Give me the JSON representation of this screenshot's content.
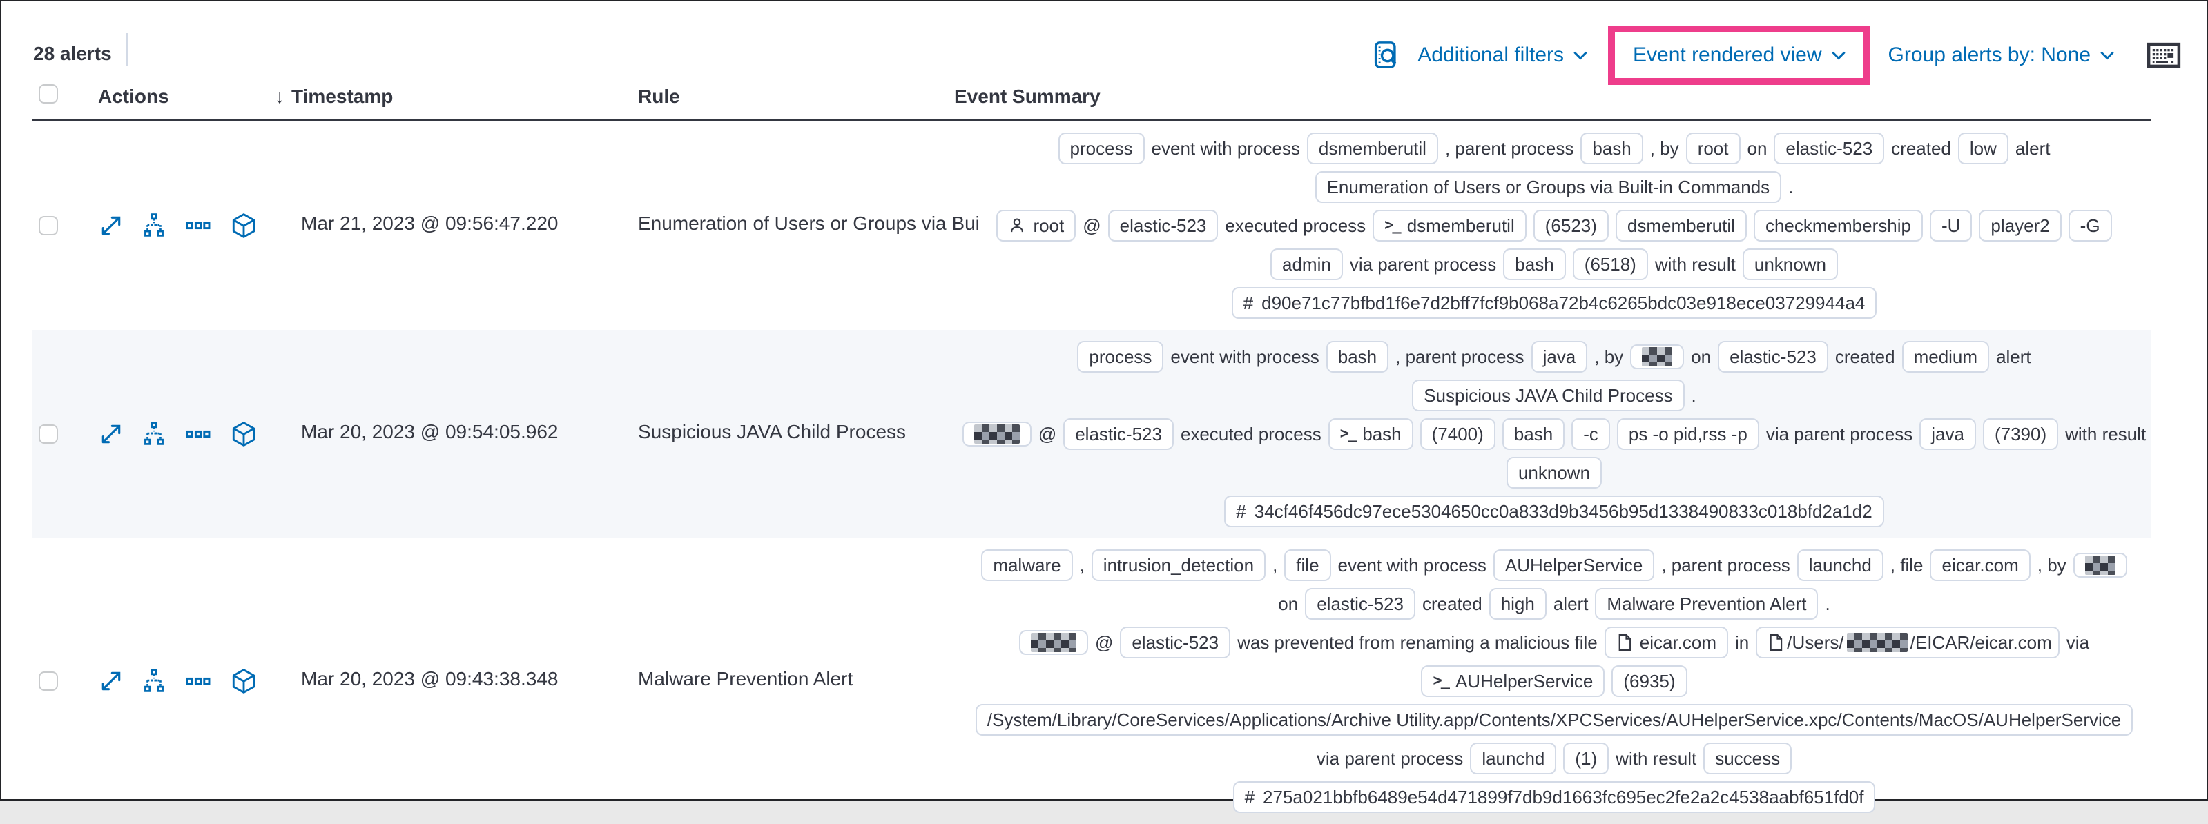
{
  "colors": {
    "accent_pink": "#EE3D8B",
    "link_blue": "#006BB4",
    "text": "#343741",
    "badge_border": "#D3DAE6",
    "row_stripe": "#F5F7FA"
  },
  "toolbar": {
    "alerts_count": "28 alerts",
    "additional_filters_label": "Additional filters",
    "view_selector_label": "Event rendered view",
    "group_by_label": "Group alerts by: None"
  },
  "table": {
    "columns": {
      "actions": "Actions",
      "timestamp": "Timestamp",
      "rule": "Rule",
      "summary": "Event Summary"
    },
    "action_icons": [
      "expand-alert",
      "analyze-event",
      "more-actions",
      "session-view"
    ],
    "rows": [
      {
        "timestamp": "Mar 21, 2023 @ 09:56:47.220",
        "rule": "Enumeration of Users or Groups via Bui",
        "lines": [
          [
            {
              "k": "b",
              "v": "process"
            },
            {
              "k": "t",
              "v": "event with process"
            },
            {
              "k": "b",
              "v": "dsmemberutil"
            },
            {
              "k": "t",
              "v": ", parent process"
            },
            {
              "k": "b",
              "v": "bash"
            },
            {
              "k": "t",
              "v": ", by"
            },
            {
              "k": "b",
              "v": "root"
            },
            {
              "k": "t",
              "v": "on"
            },
            {
              "k": "b",
              "v": "elastic-523"
            },
            {
              "k": "t",
              "v": "created"
            },
            {
              "k": "b",
              "v": "low"
            },
            {
              "k": "t",
              "v": "alert"
            }
          ],
          [
            {
              "k": "b",
              "v": "Enumeration of Users or Groups via Built-in Commands"
            },
            {
              "k": "t",
              "v": "."
            }
          ],
          [
            {
              "k": "b",
              "v": "root",
              "icon": "user"
            },
            {
              "k": "t",
              "v": "@"
            },
            {
              "k": "b",
              "v": "elastic-523"
            },
            {
              "k": "t",
              "v": "executed process"
            },
            {
              "k": "b",
              "v": "dsmemberutil",
              "icon": "terminal"
            },
            {
              "k": "b",
              "v": "(6523)"
            },
            {
              "k": "b",
              "v": "dsmemberutil"
            },
            {
              "k": "b",
              "v": "checkmembership"
            },
            {
              "k": "b",
              "v": "-U"
            },
            {
              "k": "b",
              "v": "player2"
            },
            {
              "k": "b",
              "v": "-G"
            }
          ],
          [
            {
              "k": "b",
              "v": "admin"
            },
            {
              "k": "t",
              "v": "via parent process"
            },
            {
              "k": "b",
              "v": "bash"
            },
            {
              "k": "b",
              "v": "(6518)"
            },
            {
              "k": "t",
              "v": "with result"
            },
            {
              "k": "b",
              "v": "unknown"
            }
          ],
          [
            {
              "k": "b",
              "v": "d90e71c77bfbd1f6e7d2bff7fcf9b068a72b4c6265bdc03e918ece03729944a4",
              "icon": "hash"
            }
          ]
        ]
      },
      {
        "timestamp": "Mar 20, 2023 @ 09:54:05.962",
        "rule": "Suspicious JAVA Child Process",
        "striped": true,
        "lines": [
          [
            {
              "k": "b",
              "v": "process"
            },
            {
              "k": "t",
              "v": "event with process"
            },
            {
              "k": "b",
              "v": "bash"
            },
            {
              "k": "t",
              "v": ", parent process"
            },
            {
              "k": "b",
              "v": "java"
            },
            {
              "k": "t",
              "v": ", by"
            },
            {
              "k": "b",
              "red": 2
            },
            {
              "k": "t",
              "v": "on"
            },
            {
              "k": "b",
              "v": "elastic-523"
            },
            {
              "k": "t",
              "v": "created"
            },
            {
              "k": "b",
              "v": "medium"
            },
            {
              "k": "t",
              "v": "alert"
            }
          ],
          [
            {
              "k": "b",
              "v": "Suspicious JAVA Child Process"
            },
            {
              "k": "t",
              "v": "."
            }
          ],
          [
            {
              "k": "b",
              "red": 3
            },
            {
              "k": "t",
              "v": "@"
            },
            {
              "k": "b",
              "v": "elastic-523"
            },
            {
              "k": "t",
              "v": "executed process"
            },
            {
              "k": "b",
              "v": "bash",
              "icon": "terminal"
            },
            {
              "k": "b",
              "v": "(7400)"
            },
            {
              "k": "b",
              "v": "bash"
            },
            {
              "k": "b",
              "v": "-c"
            },
            {
              "k": "b",
              "v": "ps -o pid,rss -p"
            },
            {
              "k": "t",
              "v": "via parent process"
            },
            {
              "k": "b",
              "v": "java"
            },
            {
              "k": "b",
              "v": "(7390)"
            },
            {
              "k": "t",
              "v": "with result"
            }
          ],
          [
            {
              "k": "b",
              "v": "unknown"
            }
          ],
          [
            {
              "k": "b",
              "v": "34cf46f456dc97ece5304650cc0a833d9b3456b95d1338490833c018bfd2a1d2",
              "icon": "hash"
            }
          ]
        ]
      },
      {
        "timestamp": "Mar 20, 2023 @ 09:43:38.348",
        "rule": "Malware Prevention Alert",
        "lines": [
          [
            {
              "k": "b",
              "v": "malware"
            },
            {
              "k": "t",
              "v": ","
            },
            {
              "k": "b",
              "v": "intrusion_detection"
            },
            {
              "k": "t",
              "v": ","
            },
            {
              "k": "b",
              "v": "file"
            },
            {
              "k": "t",
              "v": "event with process"
            },
            {
              "k": "b",
              "v": "AUHelperService"
            },
            {
              "k": "t",
              "v": ", parent process"
            },
            {
              "k": "b",
              "v": "launchd"
            },
            {
              "k": "t",
              "v": ", file"
            },
            {
              "k": "b",
              "v": "eicar.com"
            },
            {
              "k": "t",
              "v": ", by"
            },
            {
              "k": "b",
              "red": 2
            }
          ],
          [
            {
              "k": "t",
              "v": "on"
            },
            {
              "k": "b",
              "v": "elastic-523"
            },
            {
              "k": "t",
              "v": "created"
            },
            {
              "k": "b",
              "v": "high"
            },
            {
              "k": "t",
              "v": "alert"
            },
            {
              "k": "b",
              "v": "Malware Prevention Alert"
            },
            {
              "k": "t",
              "v": "."
            }
          ],
          [
            {
              "k": "b",
              "red": 3
            },
            {
              "k": "t",
              "v": "@"
            },
            {
              "k": "b",
              "v": "elastic-523"
            },
            {
              "k": "t",
              "v": "was prevented from renaming a malicious file"
            },
            {
              "k": "b",
              "v": "eicar.com",
              "icon": "file"
            },
            {
              "k": "t",
              "v": "in"
            },
            {
              "k": "b",
              "icon": "file",
              "parts": [
                {
                  "t": "/Users/"
                },
                {
                  "r": 4
                },
                {
                  "t": "/EICAR/eicar.com"
                }
              ]
            },
            {
              "k": "t",
              "v": "via"
            }
          ],
          [
            {
              "k": "b",
              "v": "AUHelperService",
              "icon": "terminal"
            },
            {
              "k": "b",
              "v": "(6935)"
            }
          ],
          [
            {
              "k": "b",
              "v": "/System/Library/CoreServices/Applications/Archive Utility.app/Contents/XPCServices/AUHelperService.xpc/Contents/MacOS/AUHelperService"
            }
          ],
          [
            {
              "k": "t",
              "v": "via parent process"
            },
            {
              "k": "b",
              "v": "launchd"
            },
            {
              "k": "b",
              "v": "(1)"
            },
            {
              "k": "t",
              "v": "with result"
            },
            {
              "k": "b",
              "v": "success"
            }
          ],
          [
            {
              "k": "b",
              "v": "275a021bbfb6489e54d471899f7db9d1663fc695ec2fe2a2c4538aabf651fd0f",
              "icon": "hash"
            }
          ]
        ]
      }
    ]
  }
}
